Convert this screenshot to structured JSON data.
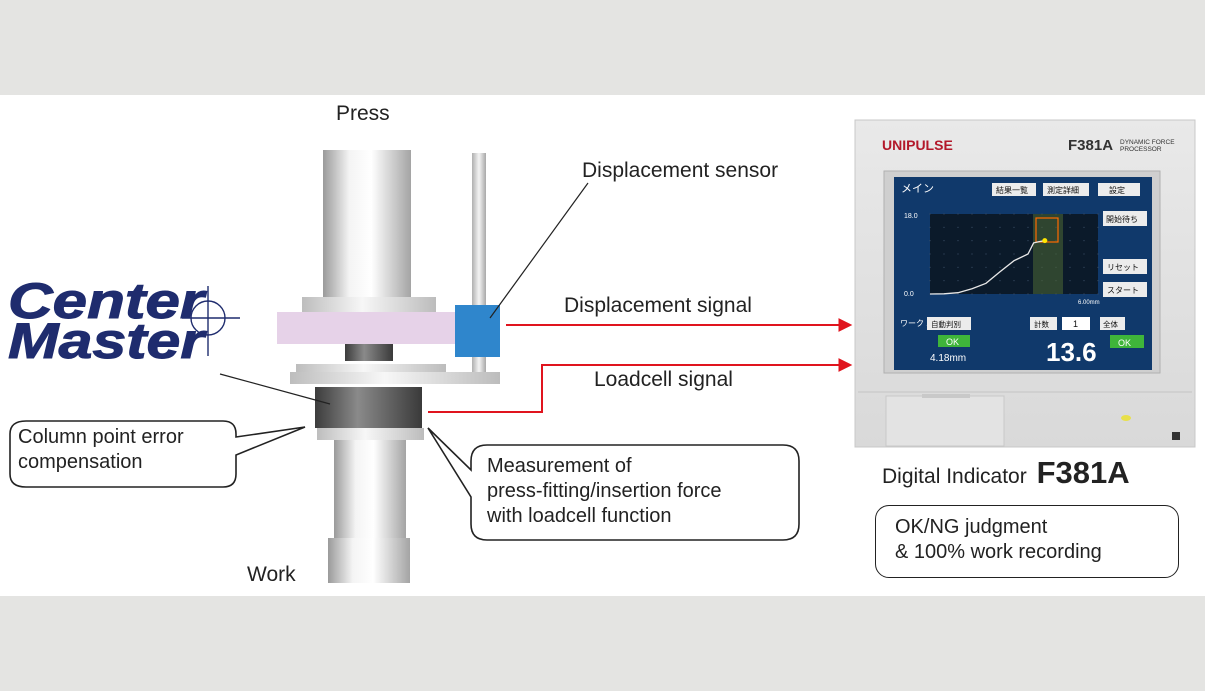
{
  "labels": {
    "press": "Press",
    "work": "Work",
    "displacement_sensor": "Displacement sensor",
    "displacement_signal": "Displacement signal",
    "loadcell_signal": "Loadcell signal",
    "indicator_prefix": "Digital Indicator",
    "indicator_model": "F381A"
  },
  "callouts": {
    "column_point": [
      "Column point error",
      "compensation"
    ],
    "measurement": [
      "Measurement of",
      "press-fitting/insertion force",
      "with loadcell function"
    ],
    "judgment": [
      "OK/NG judgment",
      "& 100% work recording"
    ]
  },
  "logo": {
    "line1": "Center",
    "line2": "Master"
  },
  "device": {
    "brand": "UNIPULSE",
    "model": "F381A",
    "model_sub1": "DYNAMIC FORCE",
    "model_sub2": "PROCESSOR",
    "screen": {
      "title": "メイン",
      "tab1": "結果一覧",
      "tab2": "測定詳細",
      "tab3": "設定",
      "btn_wait": "開始待ち",
      "btn_reset": "リセット",
      "btn_start": "スタート",
      "y_top": "18.0",
      "y_bottom": "0.0",
      "x_right": "6.00mm",
      "work_label": "ワーク 1",
      "work_btn": "自動判別",
      "ok_left": "OK",
      "count_label": "計数",
      "count_value": "1",
      "total_label": "全体",
      "disp_value": "4.18mm",
      "force_value": "13.6",
      "ok_right": "OK"
    },
    "curve": {
      "x": [
        0,
        0.5,
        1.0,
        1.5,
        2.0,
        2.5,
        3.0,
        3.5,
        3.7,
        3.9,
        4.1
      ],
      "y": [
        0,
        0.05,
        0.3,
        1.2,
        2.4,
        5.0,
        7.5,
        9.0,
        11.5,
        11.8,
        12.0
      ]
    },
    "curve_xlim": [
      0,
      6
    ],
    "curve_ylim": [
      0,
      18
    ]
  },
  "colors": {
    "signal_arrow": "#e0141e",
    "sensor_blue": "#2f86cc",
    "logo_navy": "#1f2c6e",
    "plate_pink": "#e6d2e8"
  }
}
